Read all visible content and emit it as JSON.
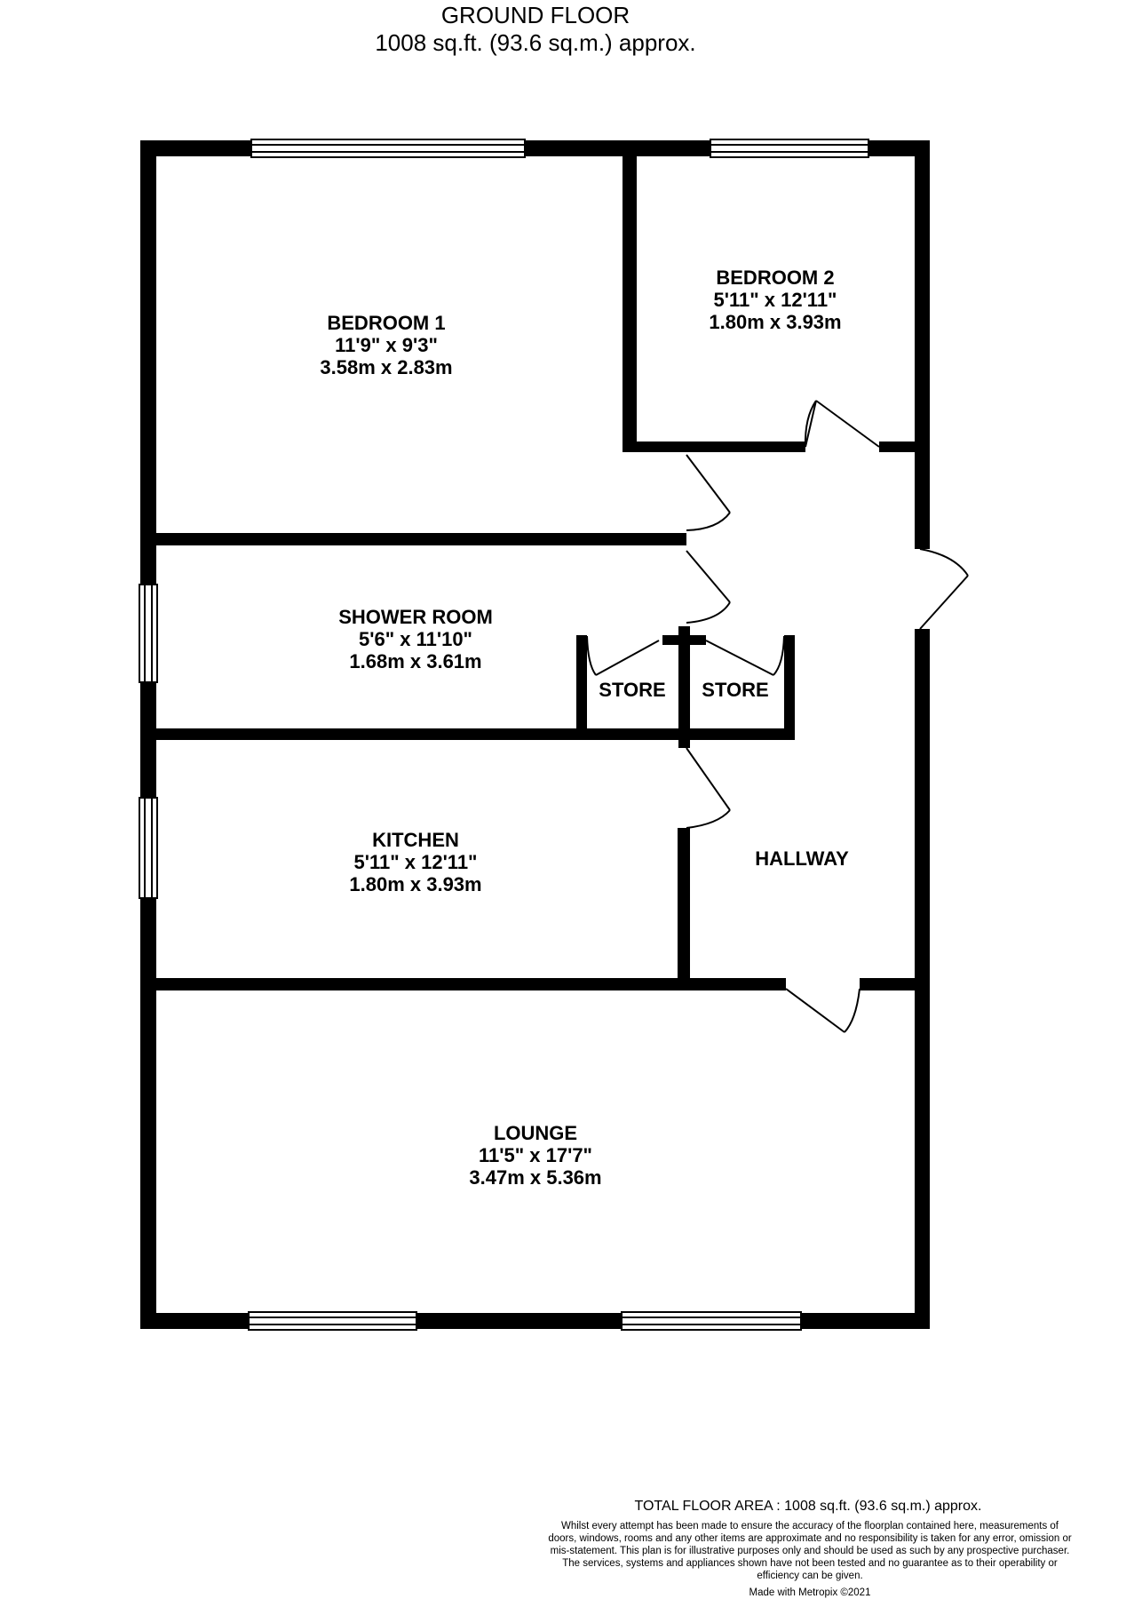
{
  "header": {
    "floor_name": "GROUND FLOOR",
    "floor_area": "1008 sq.ft. (93.6 sq.m.) approx."
  },
  "rooms": {
    "bedroom1": {
      "name": "BEDROOM 1",
      "imperial": "11'9\"  x 9'3\"",
      "metric": "3.58m  x 2.83m"
    },
    "bedroom2": {
      "name": "BEDROOM 2",
      "imperial": "5'11\"  x 12'11\"",
      "metric": "1.80m  x 3.93m"
    },
    "shower_room": {
      "name": "SHOWER ROOM",
      "imperial": "5'6\"  x 11'10\"",
      "metric": "1.68m  x 3.61m"
    },
    "store_left": {
      "name": "STORE"
    },
    "store_right": {
      "name": "STORE"
    },
    "kitchen": {
      "name": "KITCHEN",
      "imperial": "5'11\"  x 12'11\"",
      "metric": "1.80m  x 3.93m"
    },
    "hallway": {
      "name": "HALLWAY"
    },
    "lounge": {
      "name": "LOUNGE",
      "imperial": "11'5\"  x 17'7\"",
      "metric": "3.47m  x 5.36m"
    }
  },
  "footer": {
    "total_area": "TOTAL FLOOR AREA : 1008 sq.ft. (93.6 sq.m.) approx.",
    "disclaimer": "Whilst every attempt has been made to ensure the accuracy of the floorplan contained here, measurements of doors, windows, rooms and any other items are approximate and no responsibility is taken for any error, omission or mis-statement. This plan is for illustrative purposes only and should be used as such by any prospective purchaser. The services, systems and appliances shown have not been tested and no guarantee as to their operability or efficiency can be given.",
    "credit": "Made with Metropix ©2021"
  },
  "colors": {
    "wall": "#000000",
    "window_frame": "#000000",
    "window_fill": "#ffffff",
    "door_arc": "#000000"
  }
}
